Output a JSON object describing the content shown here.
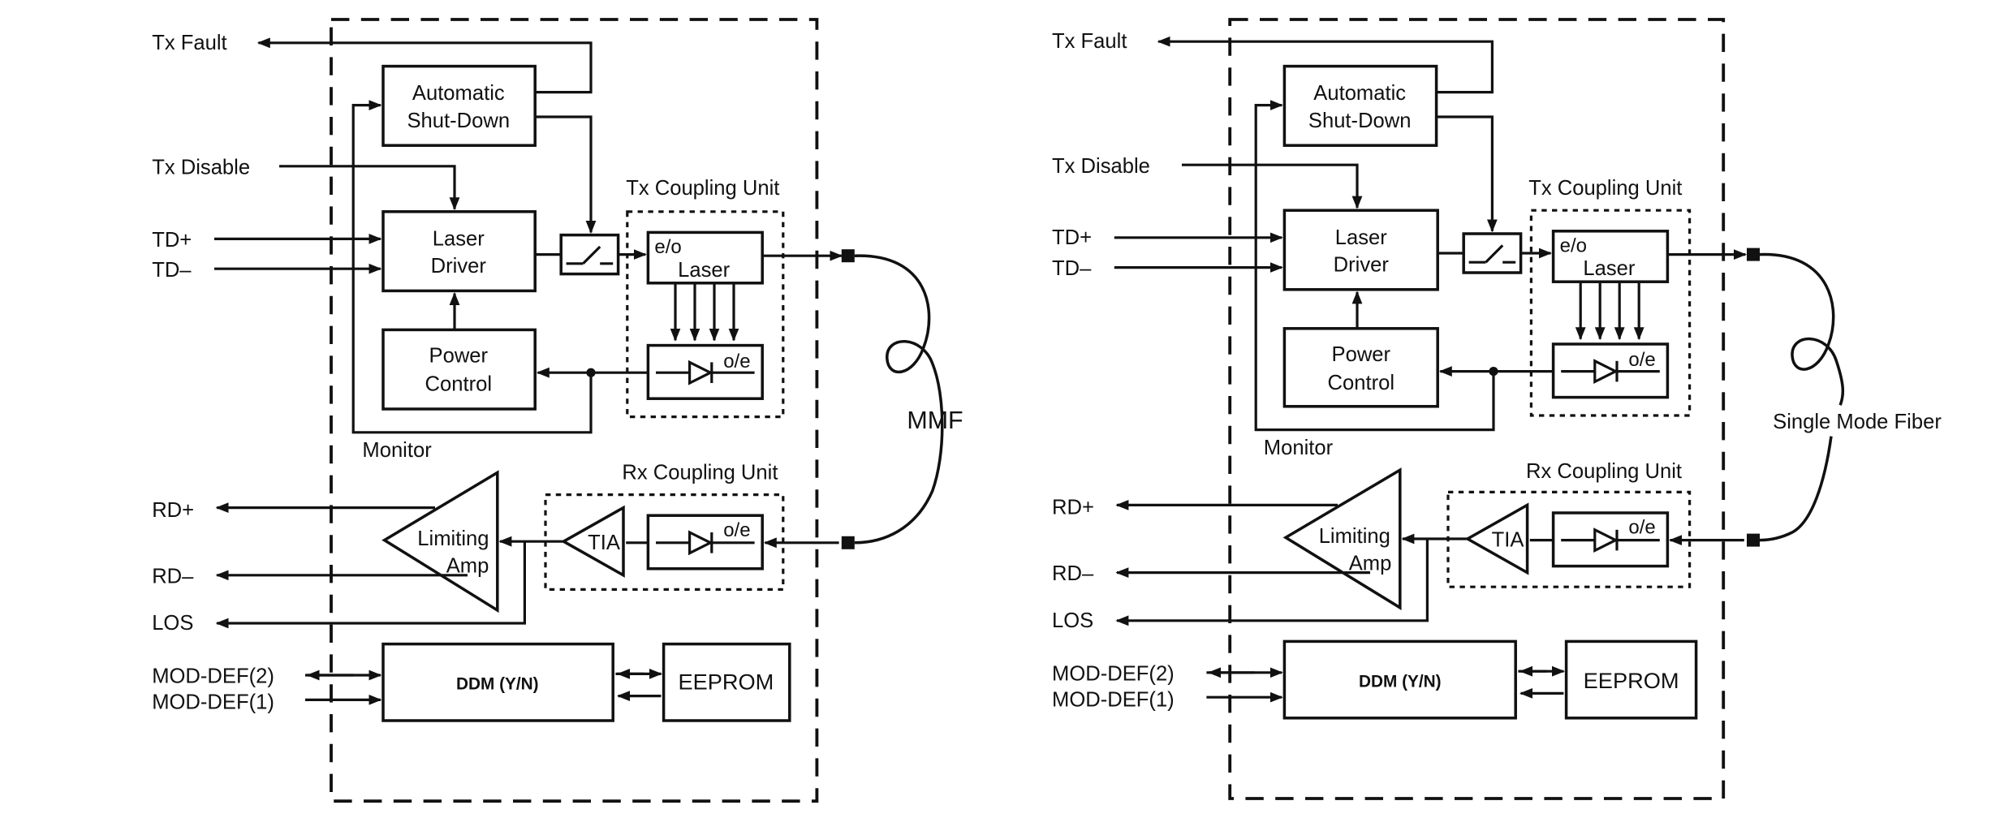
{
  "diagrams": [
    {
      "fiber_label": "MMF",
      "labels": {
        "tx_fault": "Tx Fault",
        "tx_disable": "Tx Disable",
        "td_plus": "TD+",
        "td_minus": "TD–",
        "rd_plus": "RD+",
        "rd_minus": "RD–",
        "los": "LOS",
        "mod_def_2": "MOD-DEF(2)",
        "mod_def_1": "MOD-DEF(1)",
        "monitor": "Monitor",
        "tx_coupling": "Tx Coupling Unit",
        "rx_coupling": "Rx Coupling Unit"
      },
      "blocks": {
        "asd_line1": "Automatic",
        "asd_line2": "Shut-Down",
        "ld_line1": "Laser",
        "ld_line2": "Driver",
        "pc_line1": "Power",
        "pc_line2": "Control",
        "eo": "e/o",
        "laser": "Laser",
        "oe_tx": "o/e",
        "oe_rx": "o/e",
        "tia": "TIA",
        "amp_line1": "Limiting",
        "amp_line2": "Amp",
        "ddm": "DDM (Y/N)",
        "eeprom": "EEPROM"
      }
    },
    {
      "fiber_label": "Single Mode Fiber",
      "labels": {
        "tx_fault": "Tx Fault",
        "tx_disable": "Tx Disable",
        "td_plus": "TD+",
        "td_minus": "TD–",
        "rd_plus": "RD+",
        "rd_minus": "RD–",
        "los": "LOS",
        "mod_def_2": "MOD-DEF(2)",
        "mod_def_1": "MOD-DEF(1)",
        "monitor": "Monitor",
        "tx_coupling": "Tx Coupling Unit",
        "rx_coupling": "Rx Coupling Unit"
      },
      "blocks": {
        "asd_line1": "Automatic",
        "asd_line2": "Shut-Down",
        "ld_line1": "Laser",
        "ld_line2": "Driver",
        "pc_line1": "Power",
        "pc_line2": "Control",
        "eo": "e/o",
        "laser": "Laser",
        "oe_tx": "o/e",
        "oe_rx": "o/e",
        "tia": "TIA",
        "amp_line1": "Limiting",
        "amp_line2": "Amp",
        "ddm": "DDM (Y/N)",
        "eeprom": "EEPROM"
      }
    }
  ]
}
